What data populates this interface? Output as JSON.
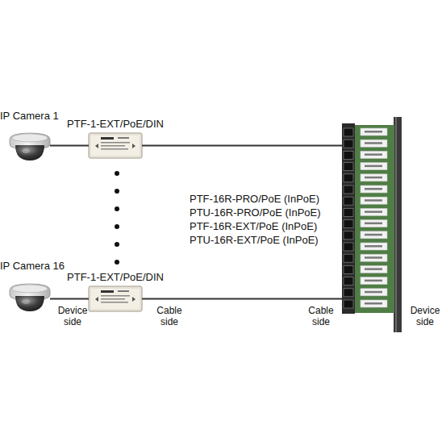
{
  "diagram": {
    "nodes": [
      {
        "text": [
          "IP Camera 1"
        ]
      },
      {
        "text": [
          "PTF-1-EXT/PoE/DIN"
        ]
      },
      {
        "text": [
          "IP Camera 16"
        ]
      },
      {
        "text": [
          "PTF-1-EXT/PoE/DIN"
        ]
      },
      {
        "text": [
          "PTF-16R-PRO/PoE (InPoE)",
          "PTU-16R-PRO/PoE (InPoE)",
          "PTF-16R-EXT/PoE (InPoE)",
          "PTU-16R-EXT/PoE (InPoE)"
        ]
      }
    ],
    "edges": [
      {
        "from": 0,
        "to": 1,
        "arrow": "none"
      },
      {
        "from": 1,
        "to": 4,
        "arrow": "none"
      },
      {
        "from": 2,
        "to": 3,
        "arrow": "none"
      },
      {
        "from": 3,
        "to": 4,
        "arrow": "none"
      }
    ],
    "labels": [
      "Device side",
      "Cable side",
      "Cable side",
      "Device side"
    ]
  }
}
